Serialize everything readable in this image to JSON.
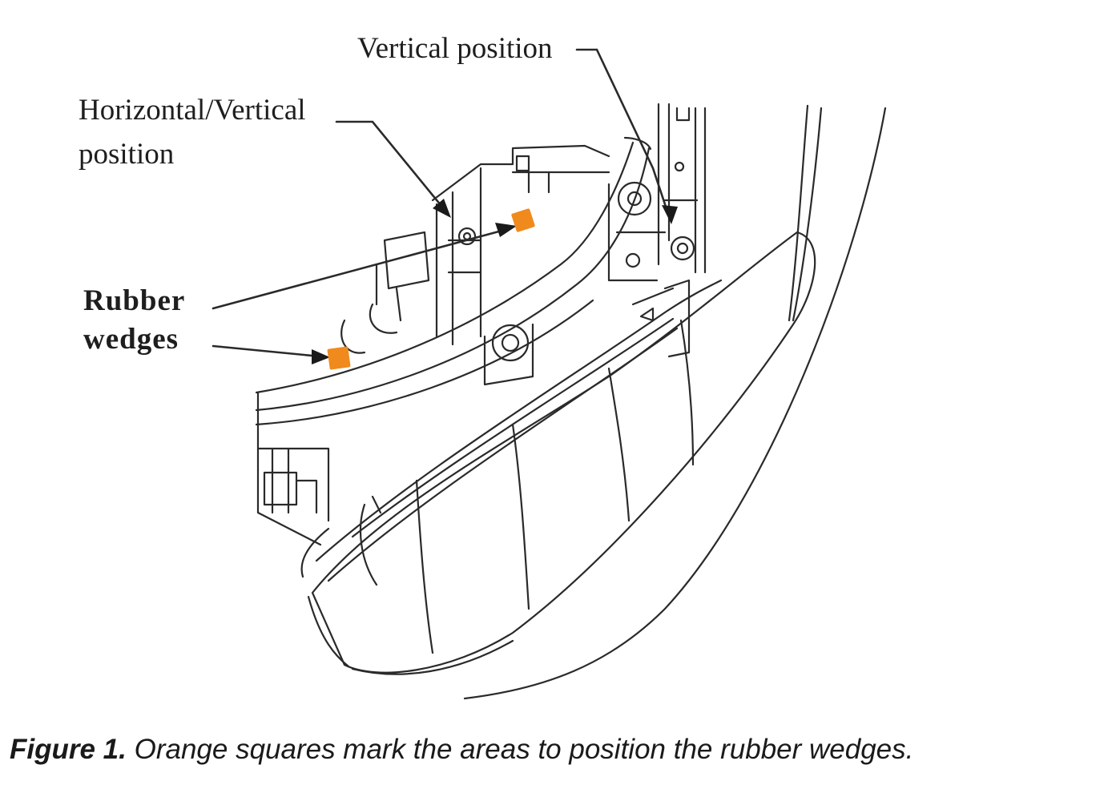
{
  "labels": {
    "vertical": "Vertical position",
    "horiz_vert_line1": "Horizontal/Vertical",
    "horiz_vert_line2": "position",
    "rubber_line1": "Rubber",
    "rubber_line2": "wedges"
  },
  "caption": {
    "prefix": "Figure 1.",
    "text": " Orange squares mark the areas to position the rubber wedges."
  },
  "colors": {
    "wedge": "#f08a1c",
    "line": "#2a2a2a"
  }
}
